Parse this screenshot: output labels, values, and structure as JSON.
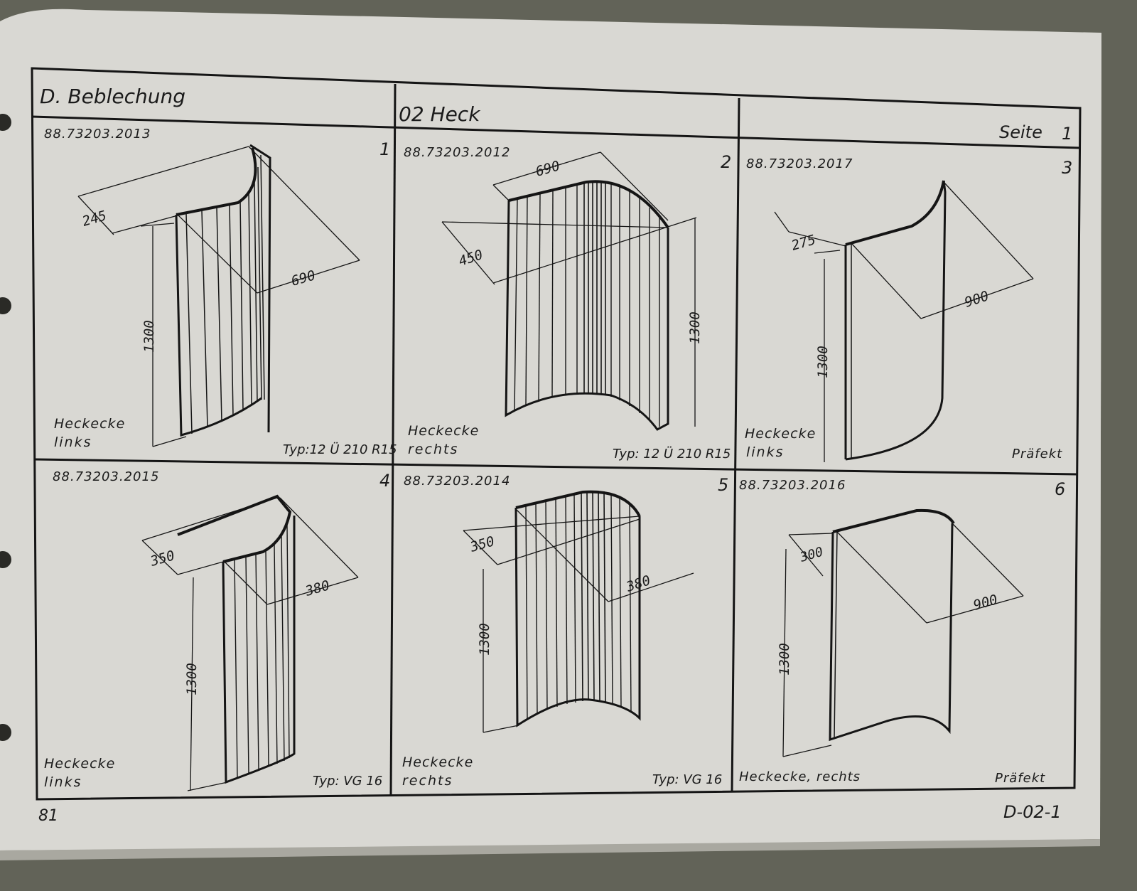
{
  "header": {
    "section": "D. Beblechung",
    "group": "02 Heck",
    "page_label": "Seite",
    "page_number": "1"
  },
  "panels": [
    {
      "index": "1",
      "part_number": "88.73203.2013",
      "desc_line1": "Heckecke",
      "desc_line2": "links",
      "type_text": "Typ:12 Ü 210 R15",
      "dims": [
        "245",
        "690",
        "1300"
      ]
    },
    {
      "index": "2",
      "part_number": "88.73203.2012",
      "desc_line1": "Heckecke",
      "desc_line2": "rechts",
      "type_text": "Typ: 12 Ü 210 R15",
      "dims": [
        "690",
        "450",
        "1300"
      ]
    },
    {
      "index": "3",
      "part_number": "88.73203.2017",
      "desc_line1": "Heckecke",
      "desc_line2": "links",
      "type_text": "Präfekt",
      "dims": [
        "275",
        "900",
        "1300"
      ]
    },
    {
      "index": "4",
      "part_number": "88.73203.2015",
      "desc_line1": "Heckecke",
      "desc_line2": "links",
      "type_text": "Typ: VG 16",
      "dims": [
        "350",
        "380",
        "1300"
      ]
    },
    {
      "index": "5",
      "part_number": "88.73203.2014",
      "desc_line1": "Heckecke",
      "desc_line2": "rechts",
      "type_text": "Typ: VG 16",
      "dims": [
        "350",
        "380",
        "1300"
      ]
    },
    {
      "index": "6",
      "part_number": "88.73203.2016",
      "desc_line1": "Heckecke, rechts",
      "desc_line2": "",
      "type_text": "Präfekt",
      "dims": [
        "300",
        "900",
        "1300"
      ]
    }
  ],
  "footer": {
    "page_num": "81",
    "doc_code": "D-02-1"
  }
}
